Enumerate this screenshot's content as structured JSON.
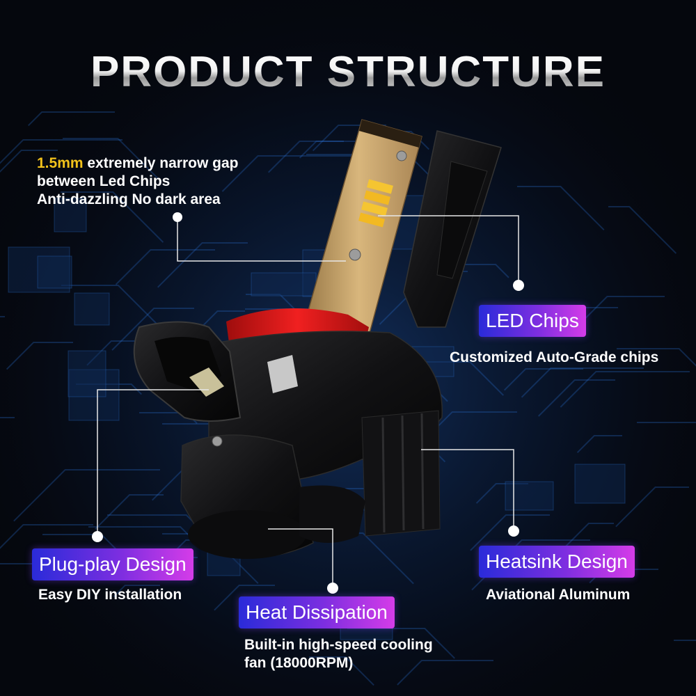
{
  "title": "PRODUCT STRUCTURE",
  "gap_note": {
    "highlight": "1.5mm",
    "line1_rest": " extremely narrow gap",
    "line2": "between Led Chips",
    "line3": "Anti-dazzling No dark area"
  },
  "features": {
    "led_chips": {
      "title": "LED Chips",
      "desc": "Customized Auto-Grade chips"
    },
    "plug_play": {
      "title": "Plug-play Design",
      "desc": "Easy DIY installation"
    },
    "heat_dissipation": {
      "title": "Heat Dissipation",
      "desc_line1": "Built-in high-speed cooling",
      "desc_line2": "fan (18000RPM)"
    },
    "heatsink": {
      "title": "Heatsink Design",
      "desc": "Aviational Aluminum"
    }
  },
  "colors": {
    "background": "#05070d",
    "circuit_glow": "#1f64c8",
    "highlight": "#f2c21b",
    "badge_start": "#2a2bd9",
    "badge_end": "#d53ce8",
    "board_gold": "#c9a46a",
    "ring_red": "#e01818"
  }
}
